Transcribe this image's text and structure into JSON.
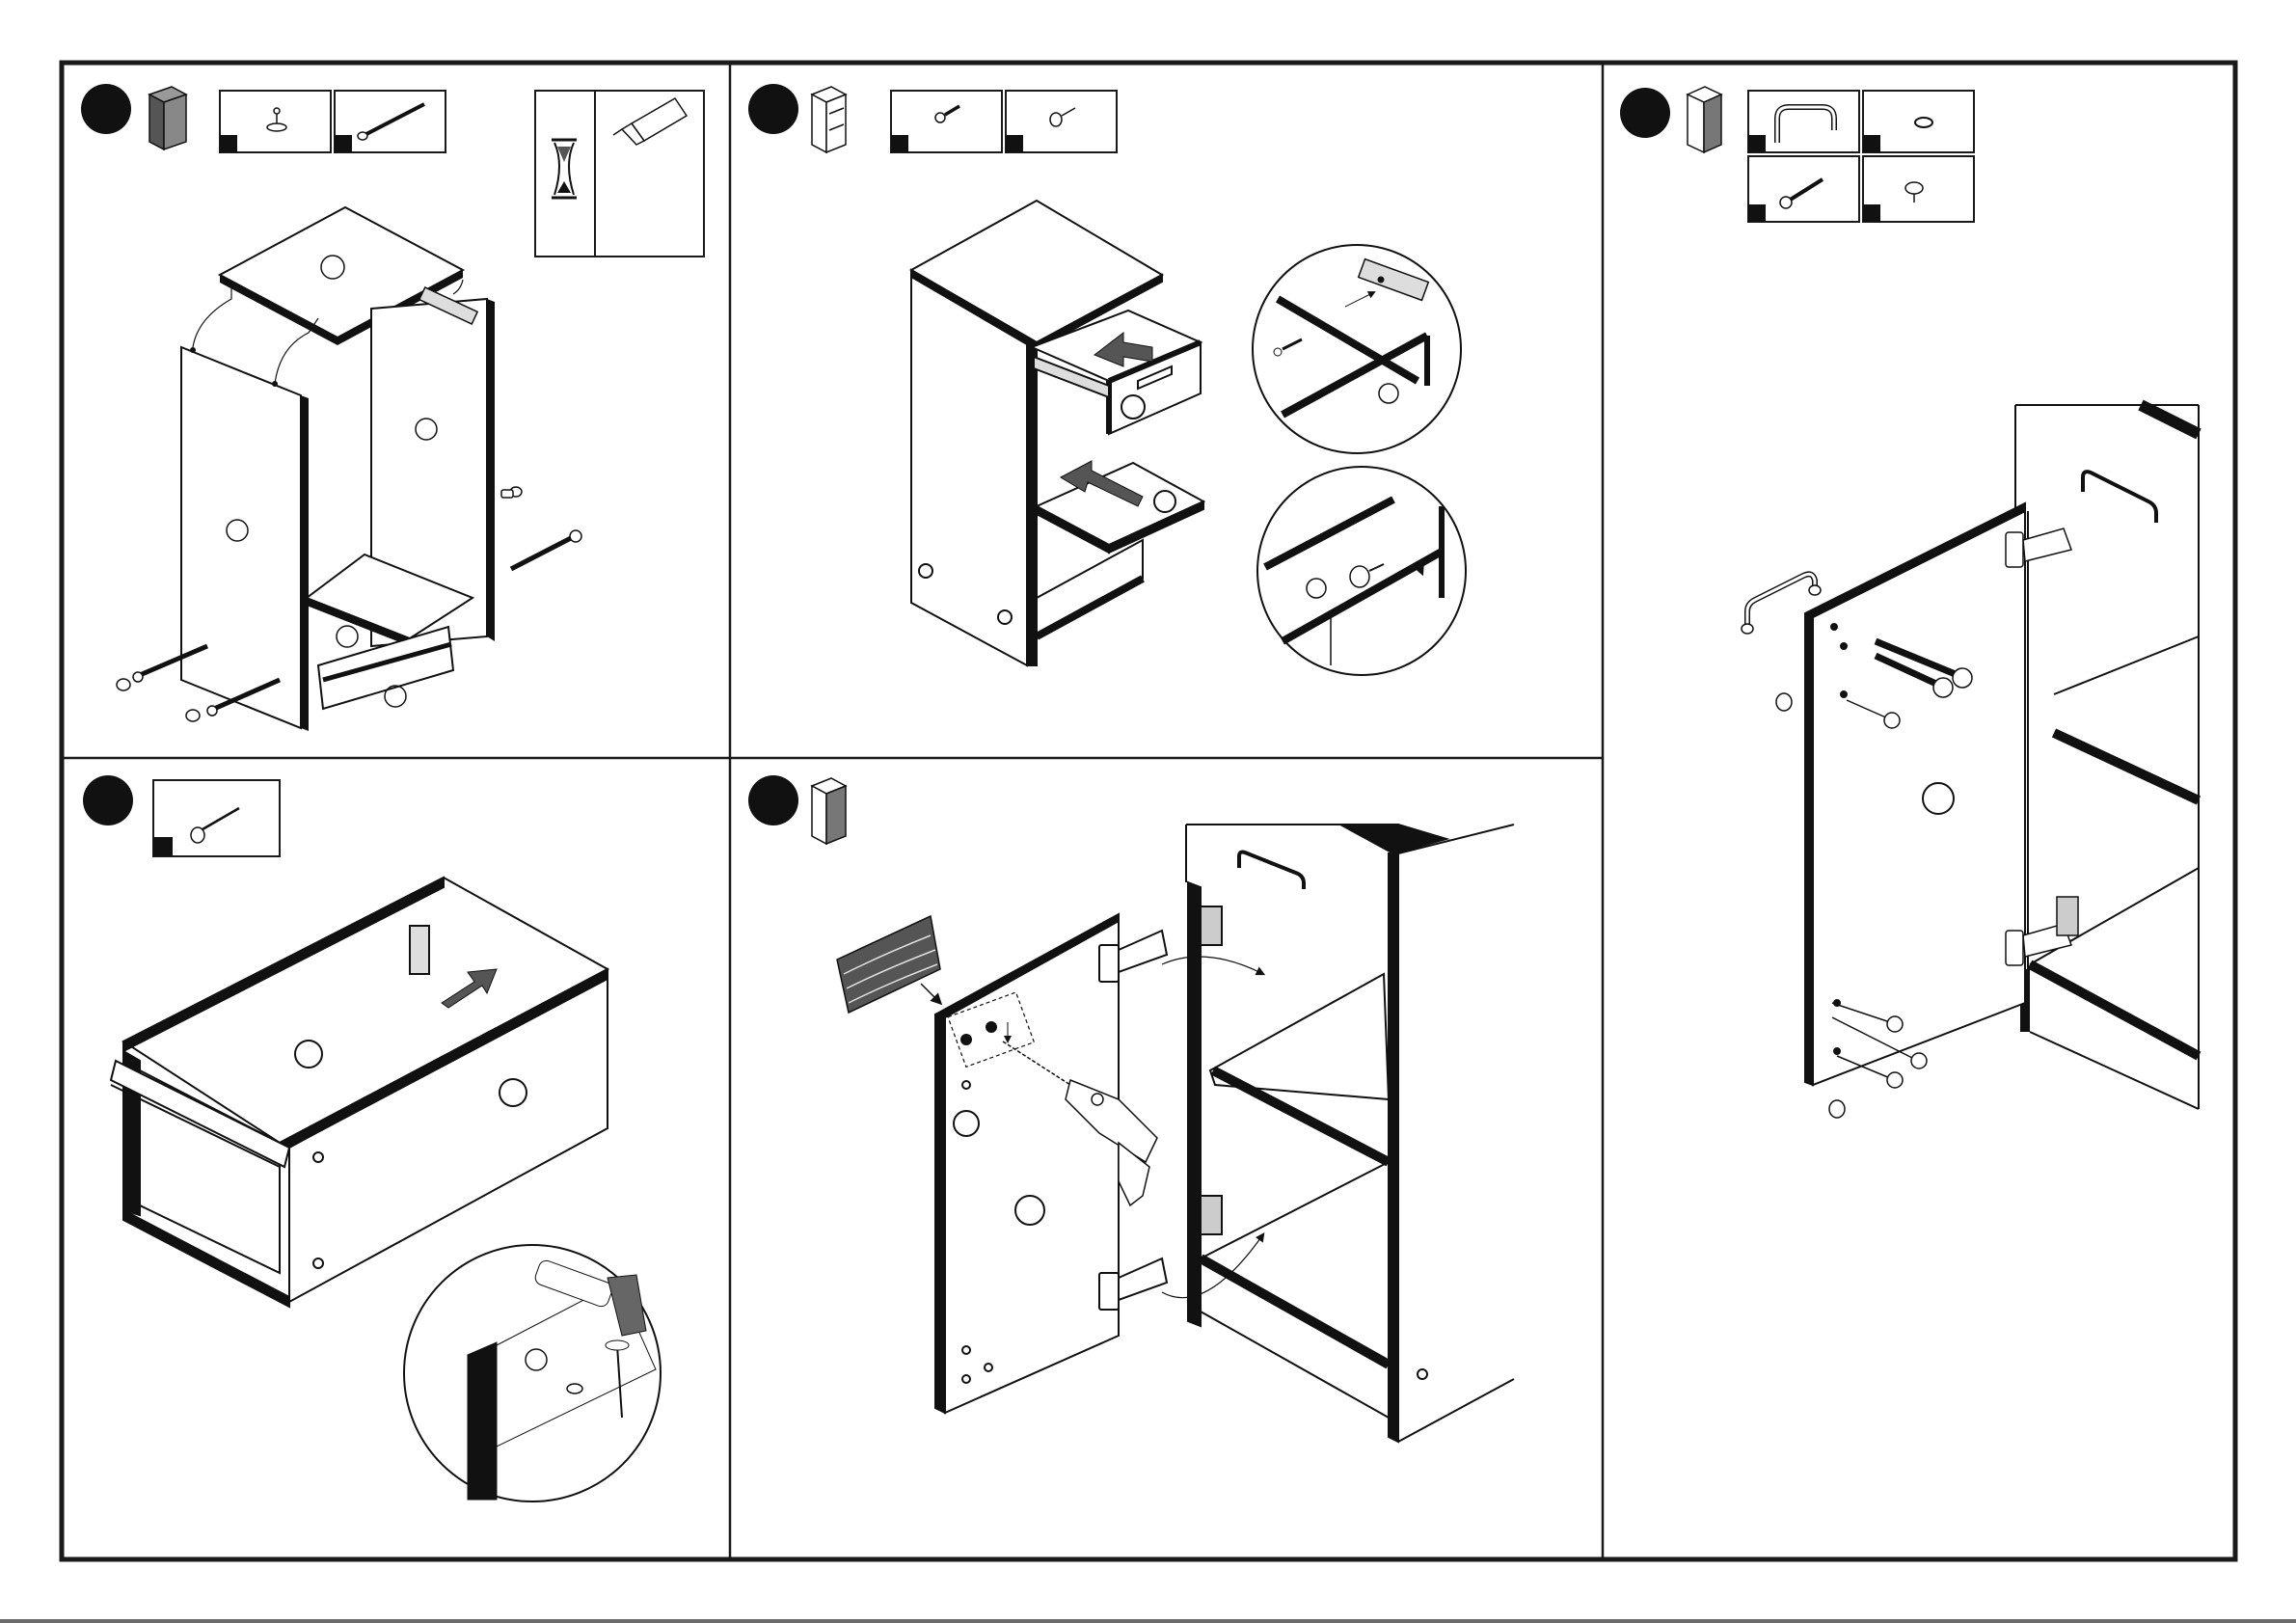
{
  "document": {
    "type": "furniture assembly instructions",
    "steps": [
      {
        "id": "step-1",
        "parts_shown": [
          "cam-bolt-icon",
          "long-screw-icon"
        ],
        "extra_hint": [
          "drying-time-hourglass-icon",
          "glue-tube-icon"
        ]
      },
      {
        "id": "step-2",
        "parts_shown": [
          "short-screw-icon",
          "shelf-pin-icon"
        ]
      },
      {
        "id": "step-3",
        "parts_shown": [
          "handle-icon",
          "cap-cover-icon",
          "handle-screw-icon",
          "cabinet-foot-icon"
        ]
      },
      {
        "id": "step-4",
        "parts_shown": [
          "back-panel-nail-icon"
        ]
      },
      {
        "id": "step-5",
        "parts_shown": []
      }
    ],
    "colors": {
      "line": "#111111",
      "panel_edge": "#111111",
      "arrow_fill": "#555555",
      "frame": "#1a1a1a"
    }
  }
}
